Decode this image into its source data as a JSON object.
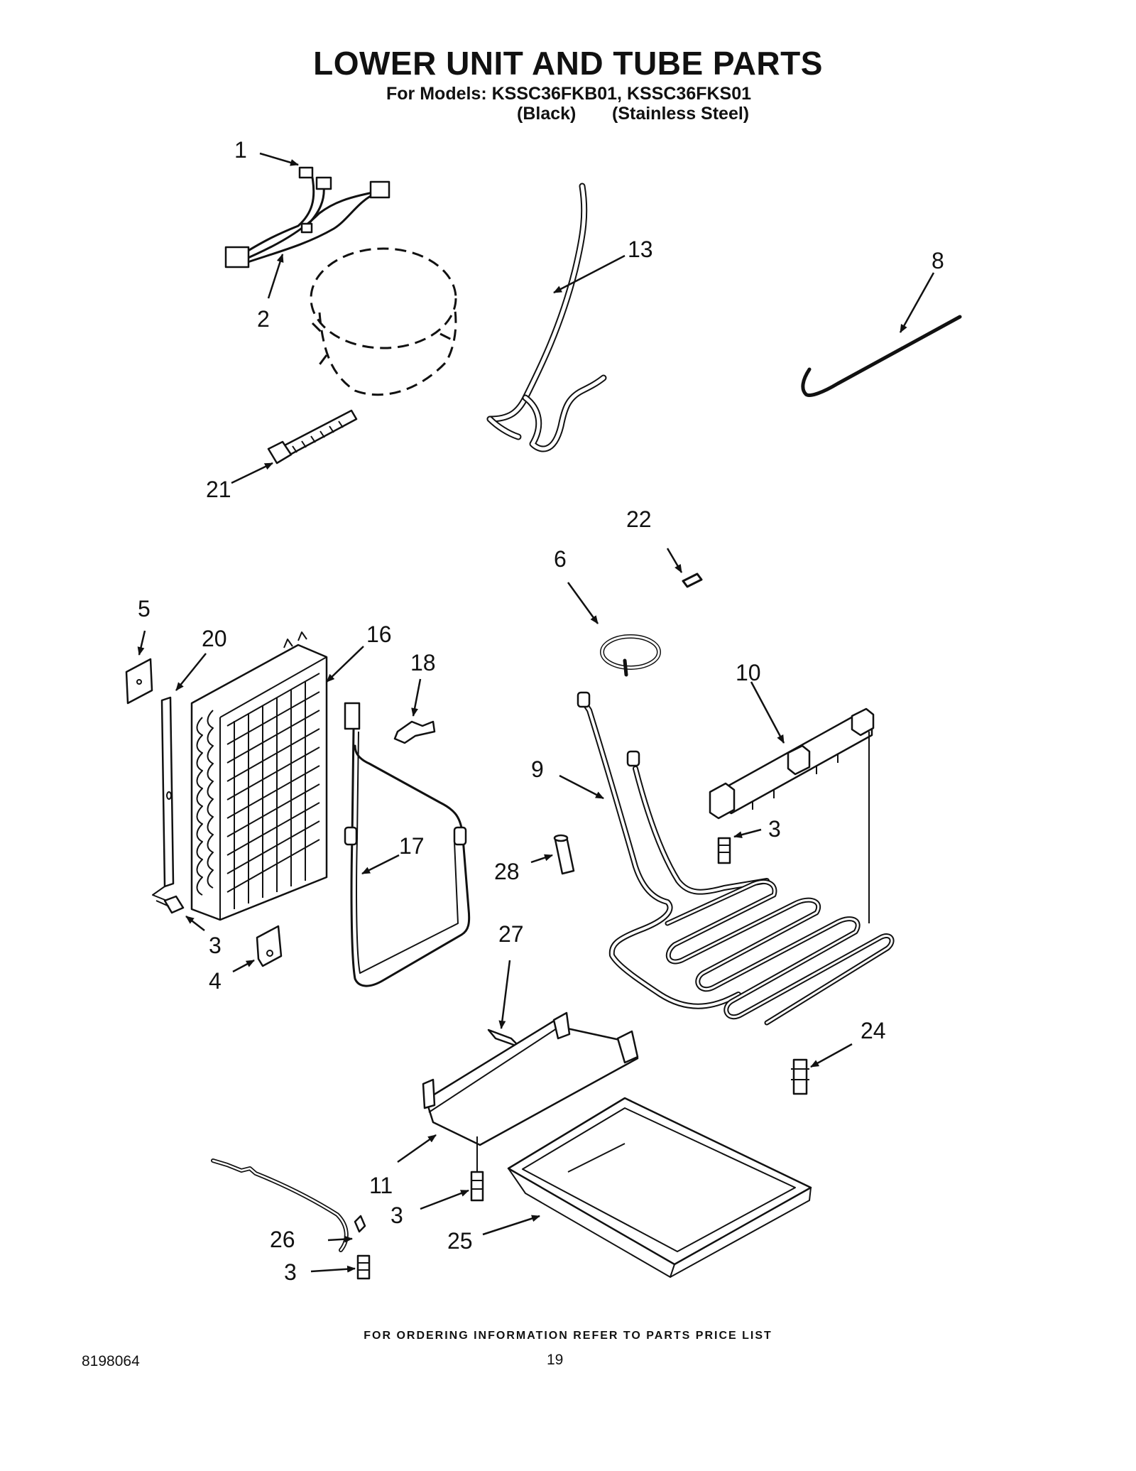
{
  "header": {
    "title": "LOWER UNIT AND TUBE PARTS",
    "models_line": "For Models: KSSC36FKB01, KSSC36FKS01",
    "model_black": "(Black)",
    "model_stainless": "(Stainless Steel)"
  },
  "callouts": {
    "c1": "1",
    "c2": "2",
    "c13": "13",
    "c8": "8",
    "c21": "21",
    "c22": "22",
    "c6": "6",
    "c5": "5",
    "c20": "20",
    "c16": "16",
    "c18": "18",
    "c10": "10",
    "c9": "9",
    "c17": "17",
    "c28": "28",
    "c3a": "3",
    "c3b": "3",
    "c4": "4",
    "c27": "27",
    "c24": "24",
    "c11": "11",
    "c3c": "3",
    "c26": "26",
    "c3d": "3",
    "c25": "25"
  },
  "footer": {
    "ordering": "FOR ORDERING INFORMATION REFER TO PARTS PRICE LIST",
    "doc_number": "8198064",
    "page_number": "19"
  }
}
